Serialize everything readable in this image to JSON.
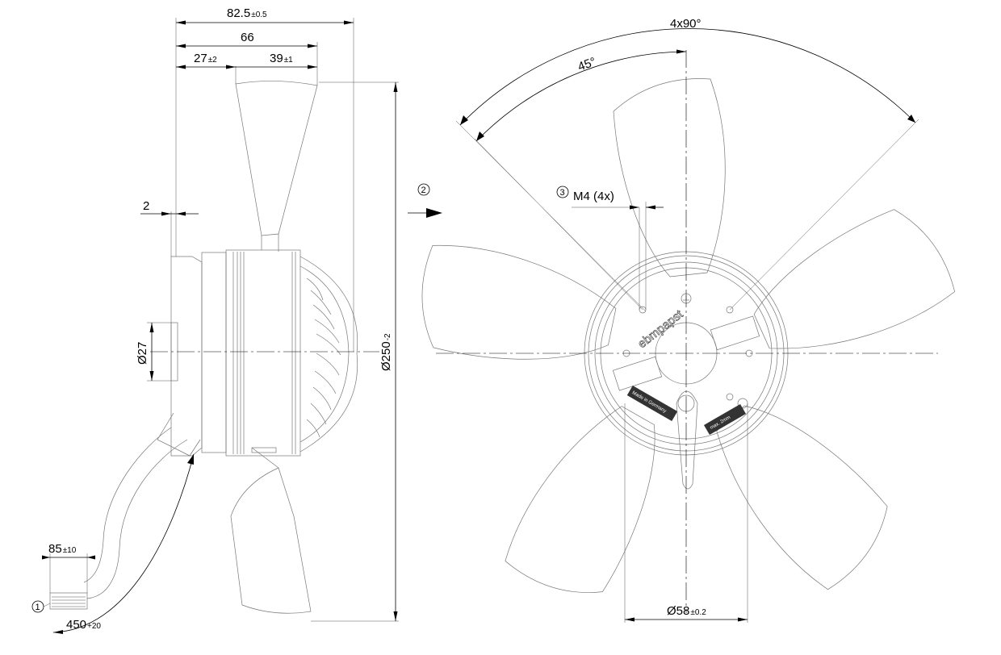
{
  "side_view": {
    "dim_overall": {
      "value": "82.5",
      "tol": "±0.5"
    },
    "dim_66": {
      "value": "66"
    },
    "dim_27": {
      "value": "27",
      "tol": "±2"
    },
    "dim_39": {
      "value": "39",
      "tol": "±1"
    },
    "dim_2": {
      "value": "2"
    },
    "dim_shaft": {
      "value": "Ø27"
    },
    "dim_diameter": {
      "value": "Ø250",
      "tol": "-2"
    },
    "dim_85": {
      "value": "85",
      "tol": "±10"
    },
    "dim_450": {
      "value": "450",
      "tol": "+20"
    },
    "callout_1": "1"
  },
  "front_view": {
    "dim_angle": "4x90°",
    "dim_45": "45°",
    "callout_2": "2",
    "callout_3": "3",
    "thread": "M4 (4x)",
    "dim_hub": {
      "value": "Ø58",
      "tol": "±0.2"
    },
    "brand": "ebmpapst",
    "plate_left": "Made in Germany",
    "plate_right": "max. 2mm"
  }
}
